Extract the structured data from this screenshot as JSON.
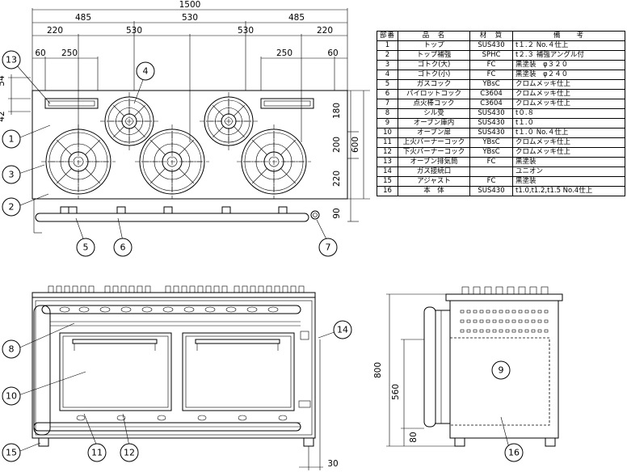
{
  "dimensions": {
    "total_width": "1500",
    "top_segments": [
      "485",
      "530",
      "485"
    ],
    "second_segments": [
      "220",
      "530",
      "530",
      "220"
    ],
    "left_offset": "60",
    "left_width": "250",
    "right_width": "250",
    "right_offset": "60",
    "left_vertical": [
      "54",
      "42"
    ],
    "right_vertical": [
      "180",
      "200",
      "220"
    ],
    "depth_total": "600",
    "rail_height": "90",
    "side_height": "800",
    "side_inner": "560",
    "side_leg": "80",
    "rail_projection": "30"
  },
  "callouts": [
    "1",
    "2",
    "3",
    "4",
    "5",
    "6",
    "7",
    "8",
    "9",
    "10",
    "11",
    "12",
    "13",
    "14",
    "15",
    "16"
  ],
  "parts_table": {
    "headers": [
      "部番",
      "品　名",
      "材　質",
      "備　　考"
    ],
    "rows": [
      [
        "1",
        "トップ",
        "SUS430",
        "t１.２ No.４仕上"
      ],
      [
        "2",
        "トップ補強",
        "SPHC",
        "t２.３ 補強アングル付"
      ],
      [
        "3",
        "ゴトク(大)",
        "FC",
        "黒塗装　φ３２０"
      ],
      [
        "4",
        "ゴトク(小)",
        "FC",
        "黒塗装　φ２４０"
      ],
      [
        "5",
        "ガスコック",
        "YBsC",
        "クロムメッキ仕上"
      ],
      [
        "6",
        "パイロットコック",
        "C3604",
        "クロムメッキ仕上"
      ],
      [
        "7",
        "点火棒コック",
        "C3604",
        "クロムメッキ仕上"
      ],
      [
        "8",
        "シル受",
        "SUS430",
        "t０.８"
      ],
      [
        "9",
        "オーブン庫内",
        "SUS430",
        "t１.０"
      ],
      [
        "10",
        "オーブン扉",
        "SUS430",
        "t１.０ No.４仕上"
      ],
      [
        "11",
        "上火バーナーコック",
        "YBsC",
        "クロムメッキ仕上"
      ],
      [
        "12",
        "下火バーナーコック",
        "YBsC",
        "クロムメッキ仕上"
      ],
      [
        "13",
        "オーブン排気筒",
        "FC",
        "黒塗装"
      ],
      [
        "14",
        "ガス接続口",
        "",
        "ユニオン"
      ],
      [
        "15",
        "アジャスト",
        "FC",
        "黒塗装"
      ],
      [
        "16",
        "本　体",
        "SUS430",
        "t1.0,t1.2,t1.5 No.4仕上"
      ]
    ]
  }
}
